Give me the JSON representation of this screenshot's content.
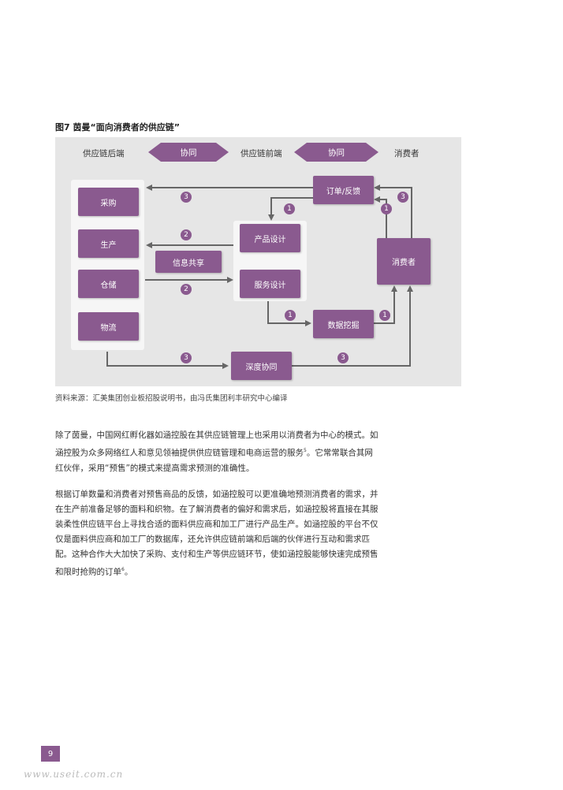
{
  "figure": {
    "title": "图7  茵曼“面向消费者的供应链”",
    "col_back": "供应链后端",
    "col_front": "供应链前端",
    "col_consumer": "消费者",
    "collab_1": "协同",
    "collab_2": "协同",
    "boxes": {
      "purchase": "采购",
      "production": "生产",
      "storage": "仓储",
      "logistics": "物流",
      "info_share": "信息共享",
      "product_design": "产品设计",
      "service_design": "服务设计",
      "order_feedback": "订单/反馈",
      "data_mining": "数据挖掘",
      "consumer": "消费者",
      "deep_collab": "深度协同"
    },
    "badges": [
      "3",
      "1",
      "1",
      "3",
      "2",
      "2",
      "1",
      "1",
      "3",
      "3"
    ],
    "brand_color": "#8a5a8f",
    "background_color": "#e6e6e6"
  },
  "source": "资料来源：汇美集团创业板招股说明书，由冯氏集团利丰研究中心编译",
  "paragraphs": {
    "p1": "除了茵曼，中国网红孵化器如涵控股在其供应链管理上也采用以消费者为中心的模式。如涵控股为众多网络红人和意见领袖提供供应链管理和电商运营的服务",
    "p1_sup": "5",
    "p1_tail": "。它常常联合其网红伙伴，采用“预售”的模式来提高需求预测的准确性。",
    "p2": "根据订单数量和消费者对预售商品的反馈，如涵控股可以更准确地预测消费者的需求，并在生产前准备足够的面料和织物。在了解消费者的偏好和需求后，如涵控股将直接在其服装柔性供应链平台上寻找合适的面料供应商和加工厂进行产品生产。如涵控股的平台不仅仅是面料供应商和加工厂的数据库，还允许供应链前端和后端的伙伴进行互动和需求匹配。这种合作大大加快了采购、支付和生产等供应链环节，使如涵控股能够快速完成预售和限时抢购的订单",
    "p2_sup": "6",
    "p2_tail": "。"
  },
  "page_number": "9",
  "watermark": "www.useit.com.cn"
}
